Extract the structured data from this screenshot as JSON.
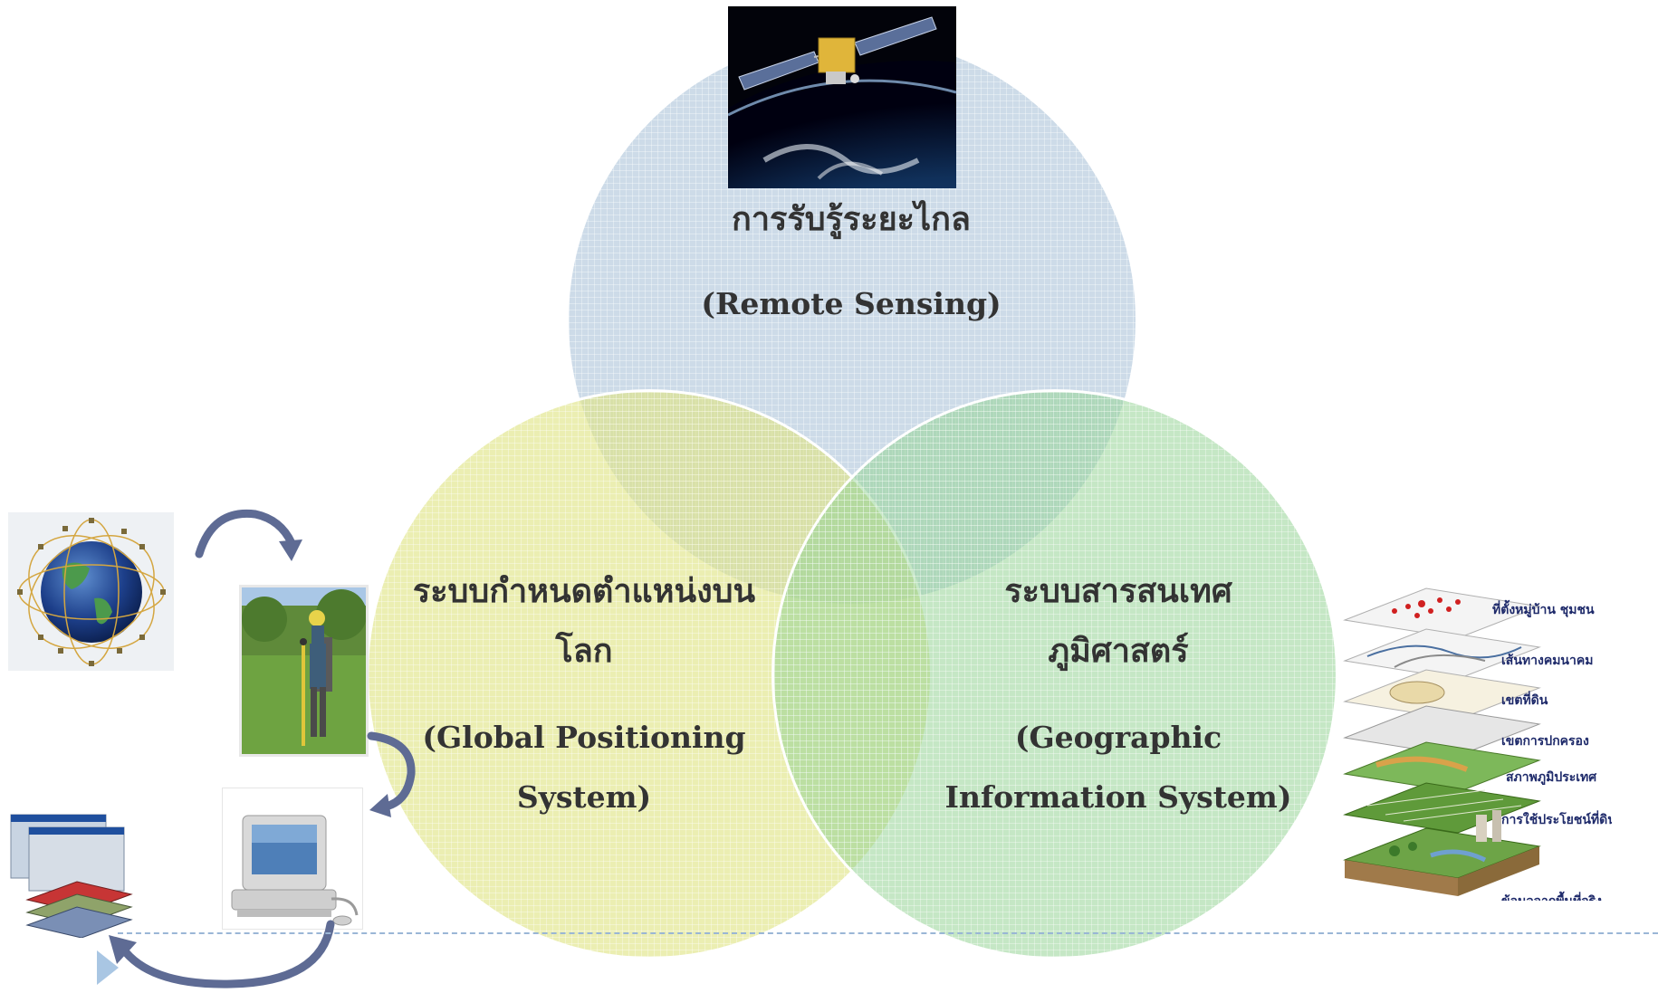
{
  "remote_sensing": {
    "thai_label": "การรับรู้ระยะไกล",
    "eng_label": "(Remote Sensing)",
    "color": "#c6d5e3"
  },
  "gps": {
    "thai_line1": "ระบบกำหนดตำแหน่งบน",
    "thai_line2": "โลก",
    "eng_line1": "(Global Positioning",
    "eng_line2": "System)",
    "color": "#e4e79a"
  },
  "gis": {
    "thai_line1": "ระบบสารสนเทศ",
    "thai_line2": "ภูมิศาสตร์",
    "eng_line1": "(Geographic",
    "eng_line2": "Information System)",
    "color": "#b4dfb4"
  },
  "gis_layers": [
    "ที่ตั้งหมู่บ้าน ชุมชน",
    "เส้นทางคมนาคม",
    "เขตที่ดิน",
    "เขตการปกครอง",
    "สภาพภูมิประเทศ",
    "การใช้ประโยชน์ที่ดิน",
    "ข้อมูลจากพื้นที่จริง"
  ],
  "icons": {
    "satellite_photo": "satellite-earth-image",
    "gps_constellation": "gps-constellation-globe",
    "surveyor_photo": "gps-field-surveyor",
    "computer": "desktop-computer",
    "gis_software": "gis-software-screens",
    "gis_layers_stack": "gis-layers-stack",
    "nav_arrow": "play-triangle"
  },
  "colors": {
    "arrow": "#5e6b94",
    "dashed_line": "#9ab6d6",
    "text": "#333333"
  }
}
